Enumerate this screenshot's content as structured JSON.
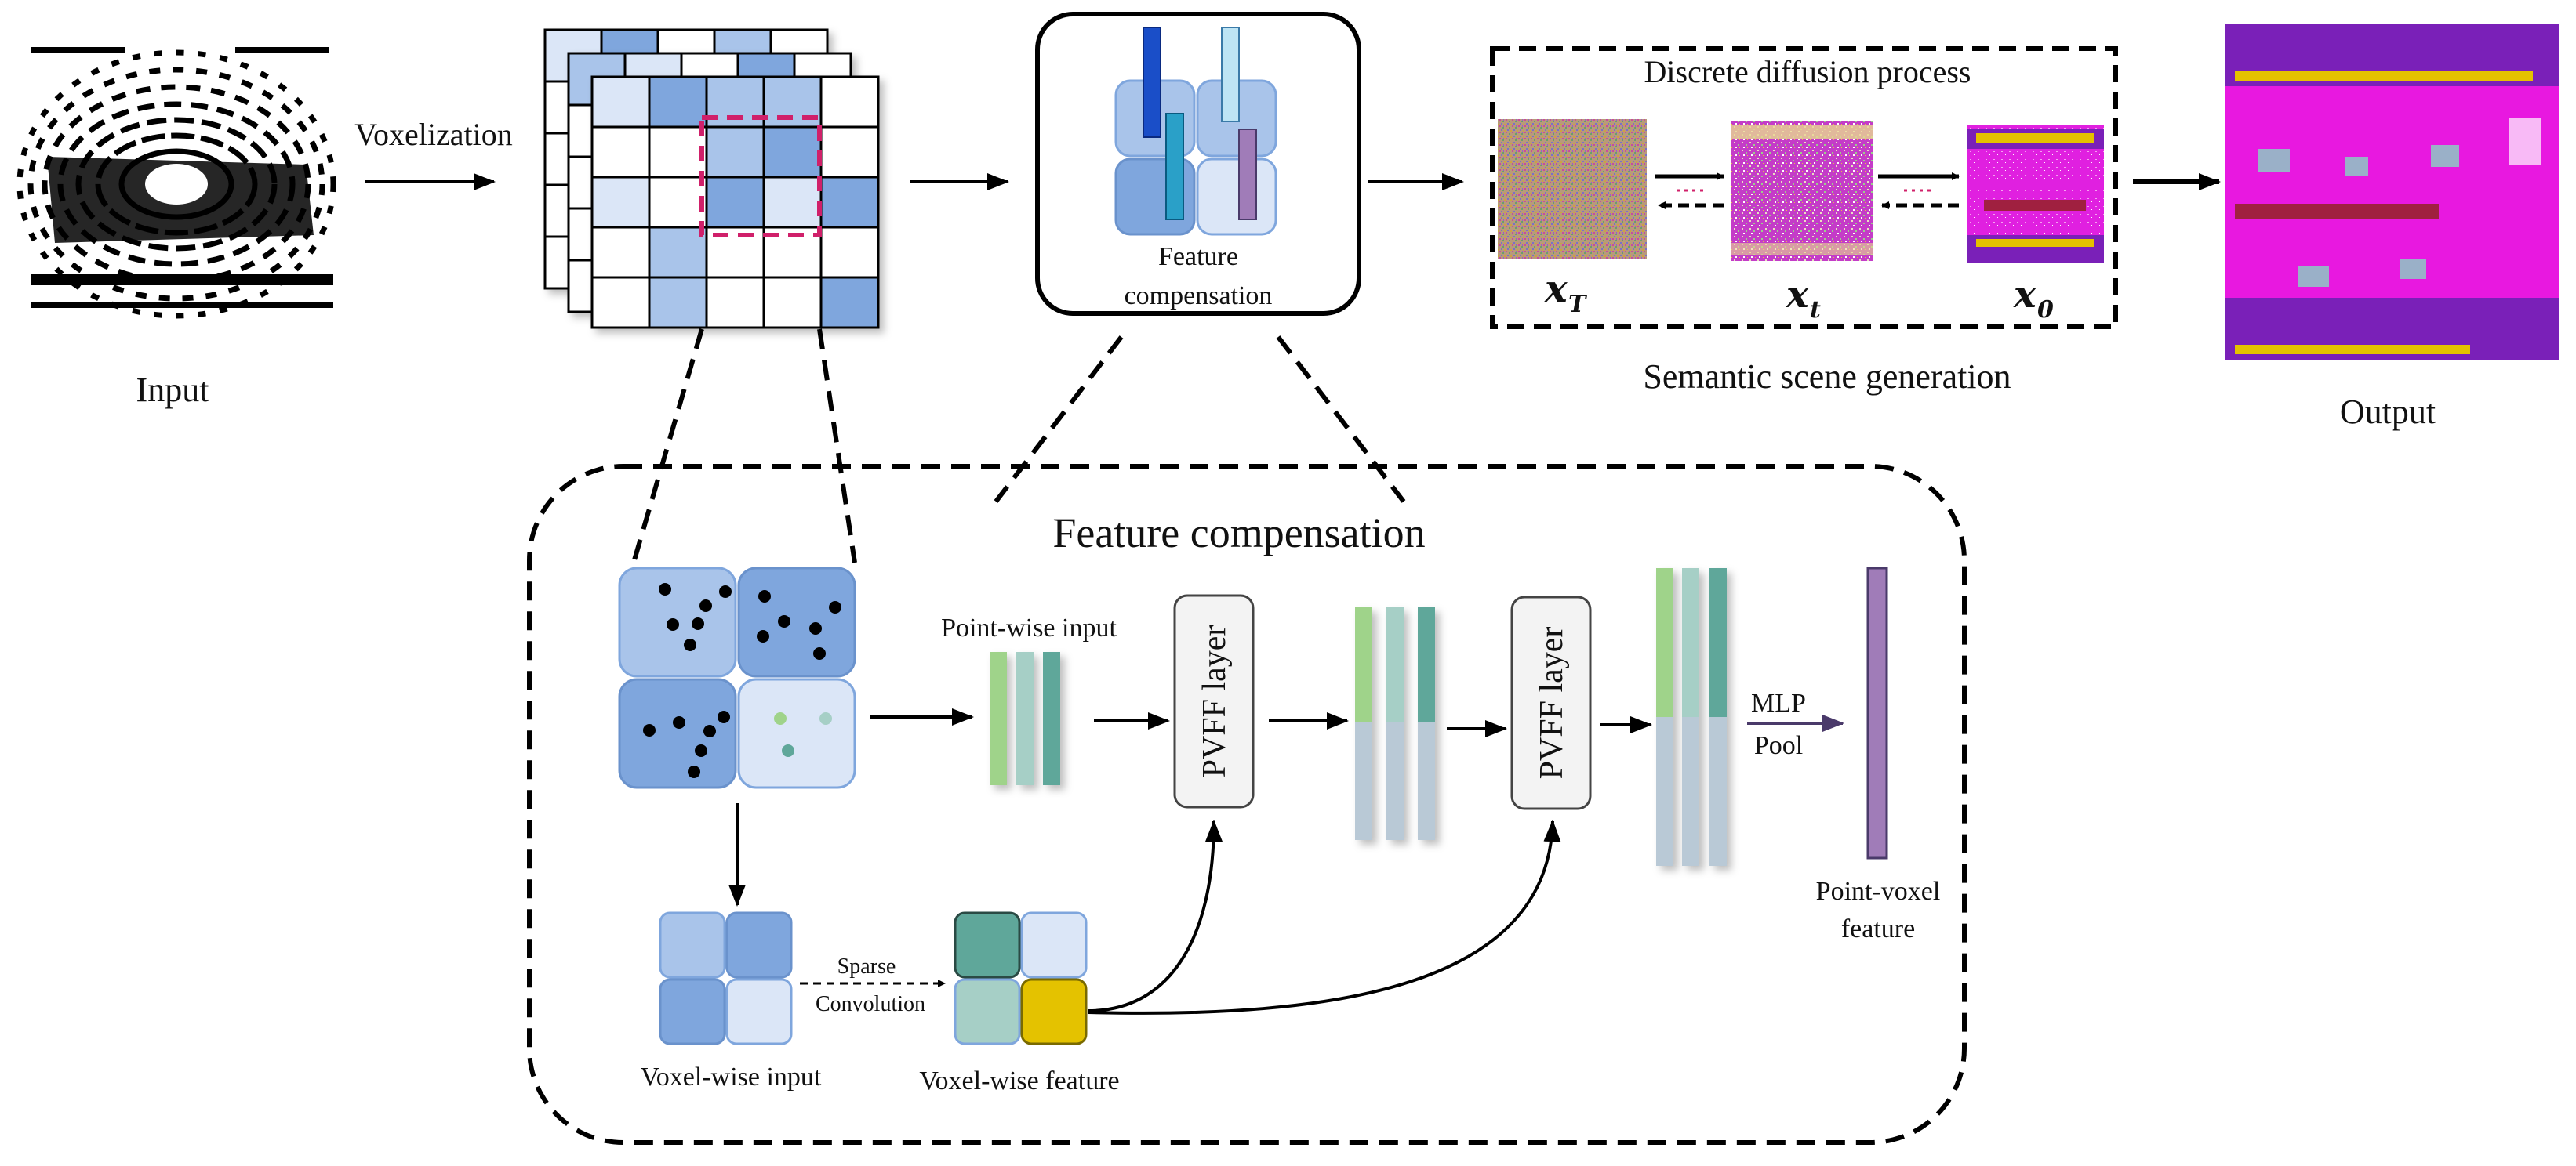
{
  "input": {
    "label": "Input"
  },
  "voxelization": {
    "label": "Voxelization"
  },
  "feature_box": {
    "label_line1": "Feature",
    "label_line2": "compensation"
  },
  "diffusion": {
    "title": "Discrete diffusion process",
    "xT": "x",
    "xT_sub": "T",
    "xt": "x",
    "xt_sub": "t",
    "x0": "x",
    "x0_sub": "0",
    "caption": "Semantic  scene generation"
  },
  "output": {
    "label": "Output"
  },
  "detail": {
    "title": "Feature compensation",
    "point_wise_input": "Point-wise input",
    "pvff_1": "PVFF layer",
    "pvff_2": "PVFF layer",
    "mlp": "MLP",
    "pool": "Pool",
    "point_voxel_line1": "Point-voxel",
    "point_voxel_line2": "feature",
    "voxel_wise_input": "Voxel-wise input",
    "sparse_line1": "Sparse",
    "sparse_line2": "Convolution",
    "voxel_wise_feature": "Voxel-wise  feature"
  },
  "colors": {
    "light_blue": "#a9c4ea",
    "mid_blue": "#7fa6dd",
    "pale_blue": "#dbe6f7",
    "green": "#9fd38a",
    "teal_light": "#a6cfc6",
    "teal": "#5fa79a",
    "gray_blue": "#b9c9d6",
    "purple": "#a07cb8",
    "yellow": "#e4c200",
    "magenta": "#d020a0",
    "semantic_magenta": "#e818e0",
    "semantic_purple": "#7a20b8"
  }
}
